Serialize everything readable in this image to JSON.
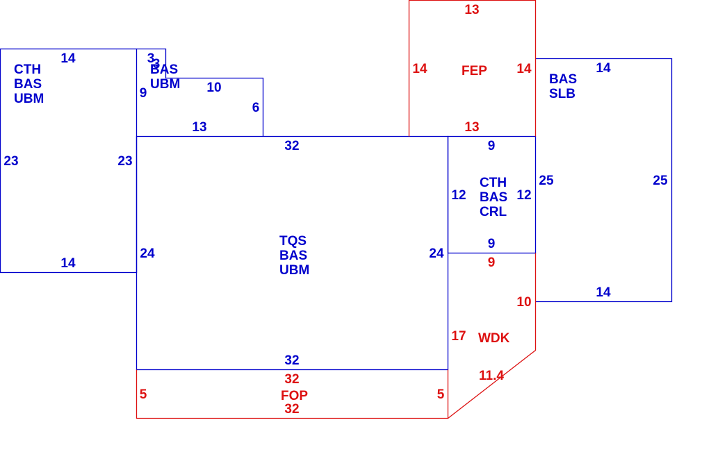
{
  "colors": {
    "blue": "#0000cc",
    "red": "#dd1111",
    "background": "#ffffff"
  },
  "areas": {
    "cth_bas_ubm": [
      "CTH",
      "BAS",
      "UBM"
    ],
    "bas_ubm_small": [
      "BAS",
      "UBM"
    ],
    "fep": [
      "FEP"
    ],
    "bas_slb": [
      "BAS",
      "SLB"
    ],
    "cth_bas_crl": [
      "CTH",
      "BAS",
      "CRL"
    ],
    "tqs_bas_ubm": [
      "TQS",
      "BAS",
      "UBM"
    ],
    "wdk": [
      "WDK"
    ],
    "fop": [
      "FOP"
    ]
  },
  "dimensions": {
    "cth_bas_ubm": {
      "top": "14",
      "left": "23",
      "right": "23",
      "bottom": "14"
    },
    "bas_ubm_small": {
      "top_a": "3",
      "top_b": "3",
      "left": "9",
      "top": "10",
      "right": "6",
      "bottom": "13"
    },
    "fep": {
      "top": "13",
      "left": "14",
      "right": "14",
      "bottom": "13"
    },
    "bas_slb": {
      "top": "14",
      "left": "25",
      "right": "25",
      "bottom": "14"
    },
    "cth_bas_crl": {
      "top": "9",
      "left": "12",
      "right": "12",
      "bottom": "9"
    },
    "tqs_bas_ubm": {
      "top": "32",
      "left": "24",
      "right": "24",
      "bottom": "32"
    },
    "wdk": {
      "top": "9",
      "right": "10",
      "left": "17",
      "diagonal": "11.4"
    },
    "fop": {
      "top": "32",
      "left": "5",
      "right": "5",
      "bottom": "32"
    }
  }
}
